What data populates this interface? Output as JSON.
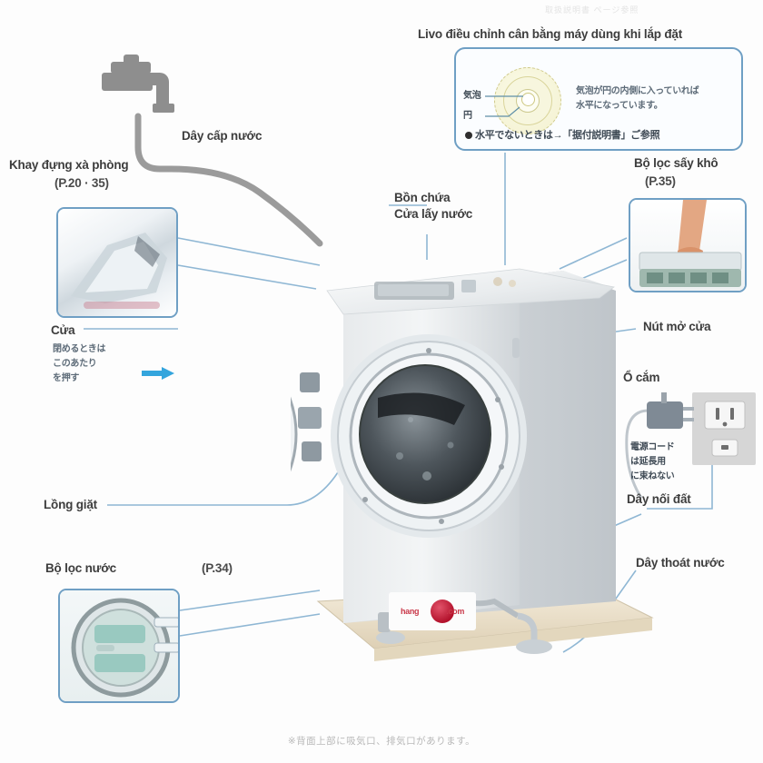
{
  "document": {
    "title": "Sơ đồ máy giặt sấy - các bộ phận",
    "footer_note": "※背面上部に吸気口、排気口があります。",
    "top_faint_note": "取扱説明書 ページ参照"
  },
  "colors": {
    "callout_line": "#8fb7d4",
    "inset_border": "#6f9fc4",
    "label_text": "#3d3d3d",
    "jp_text": "#5d6b78",
    "cyan_arrow": "#34a5dd",
    "watermark_red": "#c9384a",
    "body_gray": "#d9dcdf",
    "pedestal": "#efe4cf"
  },
  "callouts": {
    "water_supply_hose": {
      "label": "Dây cấp nước"
    },
    "detergent_tray": {
      "label": "Khay đựng xà phòng",
      "page": "(P.20 · 35)"
    },
    "door": {
      "label": "Cửa",
      "jp_lines": [
        "閉めるときは",
        "このあたり",
        "を押す"
      ]
    },
    "drum": {
      "label": "Lồng giặt"
    },
    "water_filter": {
      "label": "Bộ lọc nước",
      "page": "(P.34)"
    },
    "tank_water_port": {
      "label_line1": "Bồn chứa",
      "label_line2": "Cửa lấy nước"
    },
    "level_adjust": {
      "label": "Livo điều chỉnh cân bằng máy dùng khi lắp đặt",
      "gauge_label_bubble": "気泡",
      "gauge_label_circle": "円",
      "jp_note_line1": "気泡が円の内側に入っていれば",
      "jp_note_line2": "水平になっています。",
      "jp_bullet_line": "水平でないときは→「据付説明書」ご参照",
      "jp_bullet_boxed": "据付説明書"
    },
    "dry_filter": {
      "label": "Bộ lọc sấy khô",
      "page": "(P.35)"
    },
    "door_open_button": {
      "label": "Nút mở cửa"
    },
    "power_outlet": {
      "label": "Ổ cắm",
      "jp_lines": [
        "電源コード",
        "は延長用",
        "に束ねない"
      ]
    },
    "ground_wire": {
      "label": "Dây nối đất"
    },
    "drain_hose": {
      "label": "Dây thoát nước"
    }
  },
  "watermark": {
    "text_left": "hang",
    "text_right": ".com"
  }
}
